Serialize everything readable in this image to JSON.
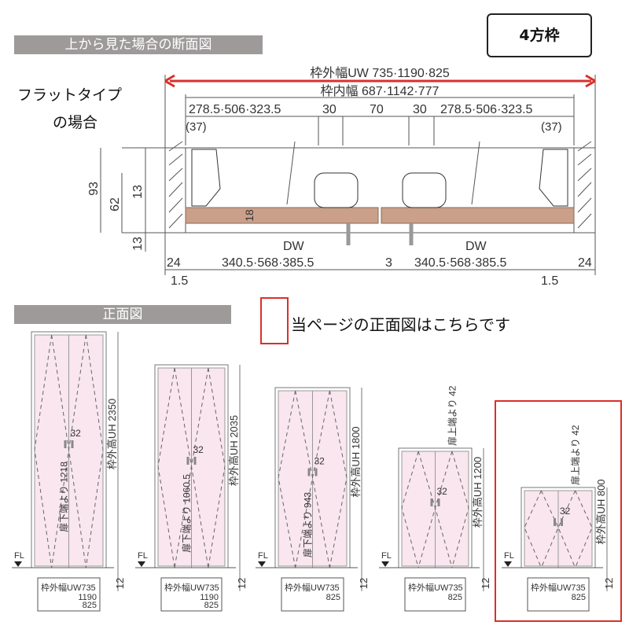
{
  "section_header": "上から見た場合の断面図",
  "frame_type_badge": "4方枠",
  "flat_type_note": [
    "フラットタイプ",
    "の場合"
  ],
  "front_header": "正面図",
  "front_note": "当ページの正面図はこちらです",
  "section": {
    "outer_width": "枠外幅UW 735·1190·825",
    "inner_width": "枠内幅 687·1142·777",
    "dims_top": [
      "278.5·506·323.5",
      "30",
      "70",
      "30",
      "278.5·506·323.5"
    ],
    "offset_left": "(37)",
    "offset_right": "(37)",
    "height_total": "93",
    "height_62": "62",
    "height_13a": "13",
    "height_13b": "13",
    "thickness": "18",
    "dw_left": "DW",
    "dw_right": "DW",
    "dw_left_value": "340.5·568·385.5",
    "dw_right_value": "340.5·568·385.5",
    "gap": "3",
    "edge_left": "24",
    "edge_right": "24",
    "clear_left": "1.5",
    "clear_right": "1.5"
  },
  "colors": {
    "accent": "#d9302b",
    "door_fill": "#f9e6ee",
    "wood": "#caa08a",
    "header_bg": "#9e9a9a"
  },
  "doors": [
    {
      "height_label": "枠外高UH 2350",
      "handle_label": "扉下端より 1218",
      "handle_offset": "32",
      "fl": "FL",
      "bottom_gap": "12",
      "width_label": "枠外幅UW735",
      "width_values": [
        "1190",
        "825"
      ]
    },
    {
      "height_label": "枠外高UH 2035",
      "handle_label": "扉下端より 1060.5",
      "handle_offset": "32",
      "fl": "FL",
      "bottom_gap": "12",
      "width_label": "枠外幅UW735",
      "width_values": [
        "1190",
        "825"
      ]
    },
    {
      "height_label": "枠外高UH 1800",
      "handle_label": "扉下端より 943",
      "handle_offset": "32",
      "fl": "FL",
      "bottom_gap": "12",
      "width_label": "枠外幅UW735",
      "width_values": [
        "825"
      ]
    },
    {
      "height_label": "枠外高UH 1200",
      "handle_label": "扉上端より 42",
      "handle_offset": "32",
      "fl": "FL",
      "bottom_gap": "12",
      "width_label": "枠外幅UW735",
      "width_values": [
        "825"
      ]
    },
    {
      "height_label": "枠外高UH 800",
      "handle_label": "扉上端より 42",
      "handle_offset": "32",
      "fl": "FL",
      "bottom_gap": "12",
      "width_label": "枠外幅UW735",
      "width_values": [
        "825"
      ]
    }
  ]
}
